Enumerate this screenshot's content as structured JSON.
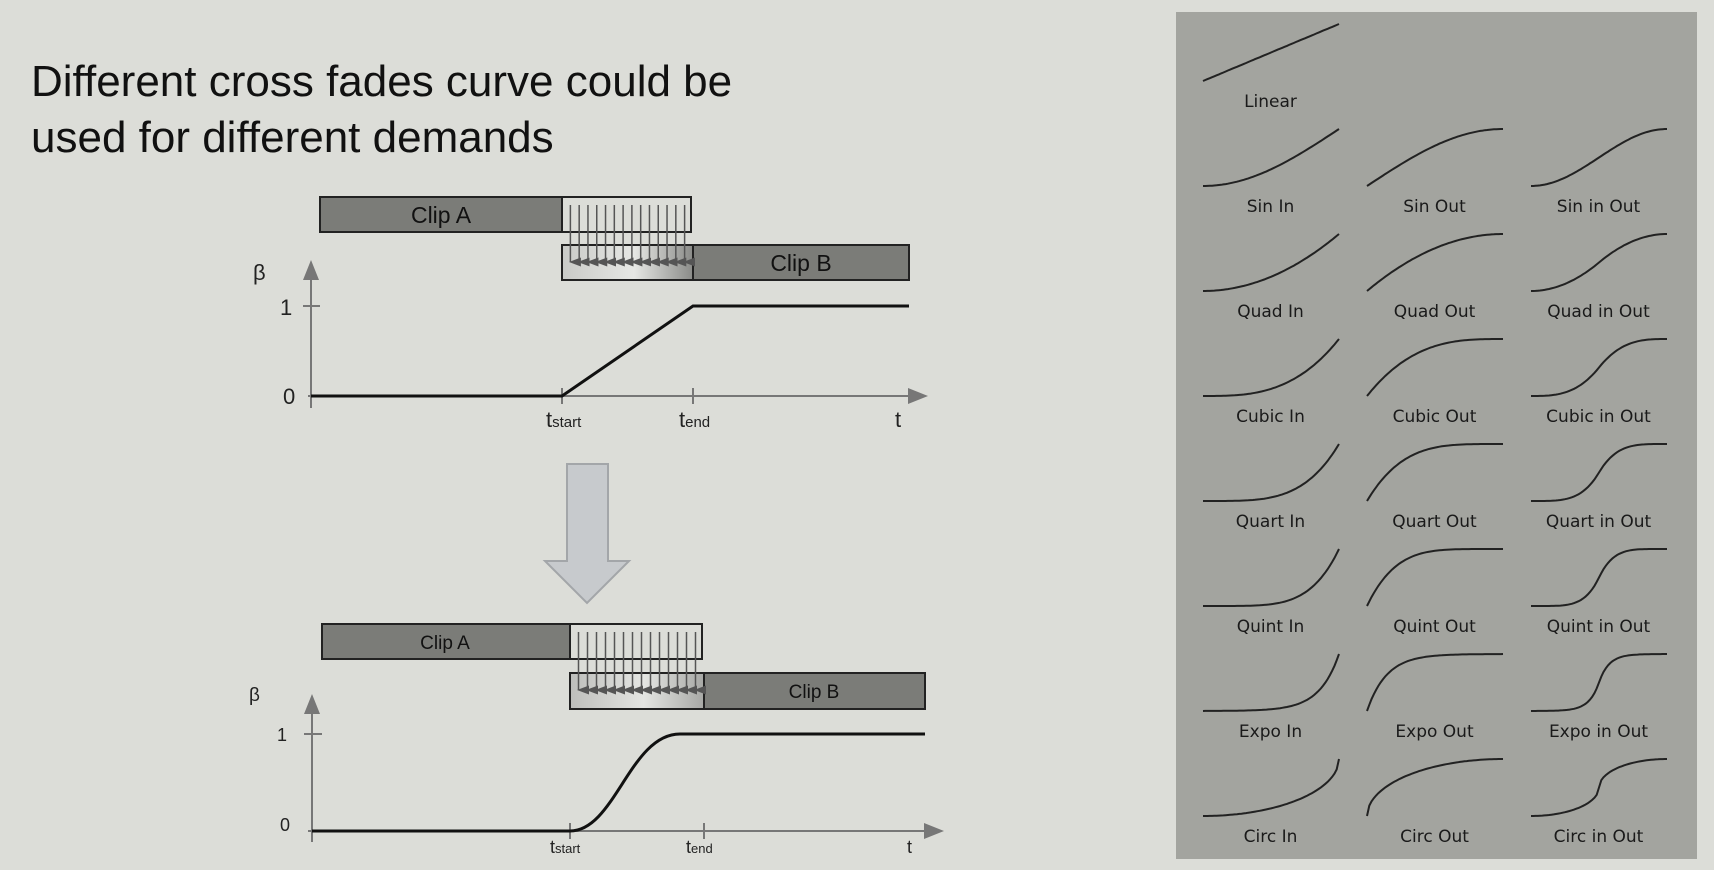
{
  "title": {
    "line1": "Different cross fades curve could be",
    "line2": "used for different demands"
  },
  "top_diagram": {
    "clip_a": "Clip A",
    "clip_b": "Clip B",
    "beta": "β",
    "tick_1": "1",
    "tick_0": "0",
    "t_start_main": "t",
    "t_start_sub": "start",
    "t_end_main": "t",
    "t_end_sub": "end",
    "t_axis": "t",
    "curve": "linear"
  },
  "bottom_diagram": {
    "clip_a": "Clip A",
    "clip_b": "Clip B",
    "beta": "β",
    "tick_1": "1",
    "tick_0": "0",
    "t_start_main": "t",
    "t_start_sub": "start",
    "t_end_main": "t",
    "t_end_sub": "end",
    "t_axis": "t",
    "curve": "smooth-s"
  },
  "easing_grid": {
    "rows": [
      [
        "Linear"
      ],
      [
        "Sin In",
        "Sin Out",
        "Sin in Out"
      ],
      [
        "Quad In",
        "Quad Out",
        "Quad in Out"
      ],
      [
        "Cubic In",
        "Cubic Out",
        "Cubic in Out"
      ],
      [
        "Quart In",
        "Quart Out",
        "Quart in Out"
      ],
      [
        "Quint In",
        "Quint Out",
        "Quint in Out"
      ],
      [
        "Expo In",
        "Expo Out",
        "Expo in Out"
      ],
      [
        "Circ In",
        "Circ Out",
        "Circ in Out"
      ]
    ]
  },
  "colors": {
    "background": "#dcddd8",
    "panel": "#a3a49f",
    "clip_fill": "#7b7c78",
    "arrow_fill": "#c7cacd"
  }
}
